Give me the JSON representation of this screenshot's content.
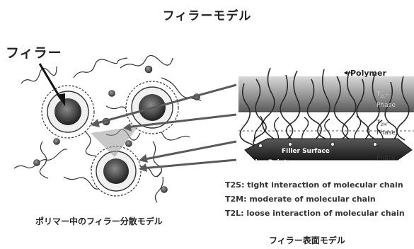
{
  "title": "フィラーモデル",
  "filler_label": "フィラー",
  "dispersion_caption": "ポリマー中のフィラー分散モデル",
  "surface_caption": "フィラー表面モデル",
  "surface_labels": {
    "polymer": "Polymer",
    "t2l_phase": "T2L-Phase",
    "t2m_phase": "T2M-Phase",
    "t2s_phase": "T2S-Phase",
    "filler_surface": "Filler Surface",
    "active_point": "Active Point"
  },
  "legend": {
    "t2s": "T2S: tight interaction of molecular chain",
    "t2m": "T2M: moderate of molecular chain",
    "t2l": "T2L: loose interaction of molecular chain"
  }
}
